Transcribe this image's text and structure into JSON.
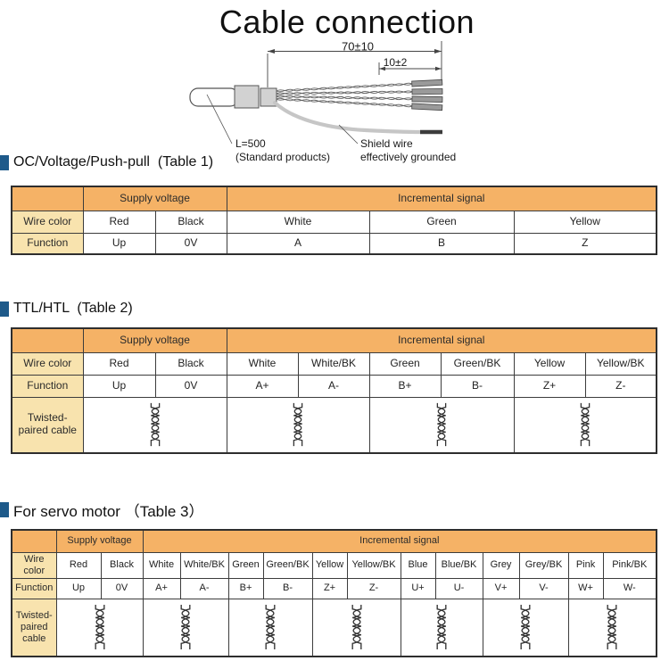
{
  "page": {
    "title": "Cable connection"
  },
  "colors": {
    "header_orange": "#f5b266",
    "label_cream": "#f8e3ae",
    "bullet_blue": "#1e5a8a",
    "cable_gray": "#d2d2d2",
    "shield_gray": "#c6c6c6",
    "border_dark": "#3c3c3c"
  },
  "icons": {
    "section_bullet_icon": "blue-square-bullet",
    "twisted_pair_icon": "twisted-pair-coil"
  },
  "diagram": {
    "dim_overall": "70±10",
    "dim_tip": "10±2",
    "length_label": "L=500",
    "length_sublabel": "(Standard products)",
    "shield_label_line1": "Shield wire",
    "shield_label_line2": "effectively grounded"
  },
  "tables": {
    "t1": {
      "title": "OC/Voltage/Push-pull  (Table 1)",
      "header": {
        "supply": "Supply voltage",
        "incremental": "Incremental signal"
      },
      "row_labels": {
        "wire": "Wire color",
        "function": "Function"
      },
      "wire_colors": [
        "Red",
        "Black",
        "White",
        "Green",
        "Yellow"
      ],
      "functions": [
        "Up",
        "0V",
        "A",
        "B",
        "Z"
      ]
    },
    "t2": {
      "title": "TTL/HTL  (Table 2)",
      "header": {
        "supply": "Supply voltage",
        "incremental": "Incremental signal"
      },
      "row_labels": {
        "wire": "Wire color",
        "function": "Function",
        "twisted": "Twisted-paired cable"
      },
      "wire_colors": [
        "Red",
        "Black",
        "White",
        "White/BK",
        "Green",
        "Green/BK",
        "Yellow",
        "Yellow/BK"
      ],
      "functions": [
        "Up",
        "0V",
        "A+",
        "A-",
        "B+",
        "B-",
        "Z+",
        "Z-"
      ]
    },
    "t3": {
      "title": "For servo motor （Table 3）",
      "header": {
        "supply": "Supply voltage",
        "incremental": "Incremental signal"
      },
      "row_labels": {
        "wire": "Wire color",
        "function": "Function",
        "twisted": "Twisted-paired cable"
      },
      "wire_colors": [
        "Red",
        "Black",
        "White",
        "White/BK",
        "Green",
        "Green/BK",
        "Yellow",
        "Yellow/BK",
        "Blue",
        "Blue/BK",
        "Grey",
        "Grey/BK",
        "Pink",
        "Pink/BK"
      ],
      "functions": [
        "Up",
        "0V",
        "A+",
        "A-",
        "B+",
        "B-",
        "Z+",
        "Z-",
        "U+",
        "U-",
        "V+",
        "V-",
        "W+",
        "W-"
      ]
    }
  }
}
